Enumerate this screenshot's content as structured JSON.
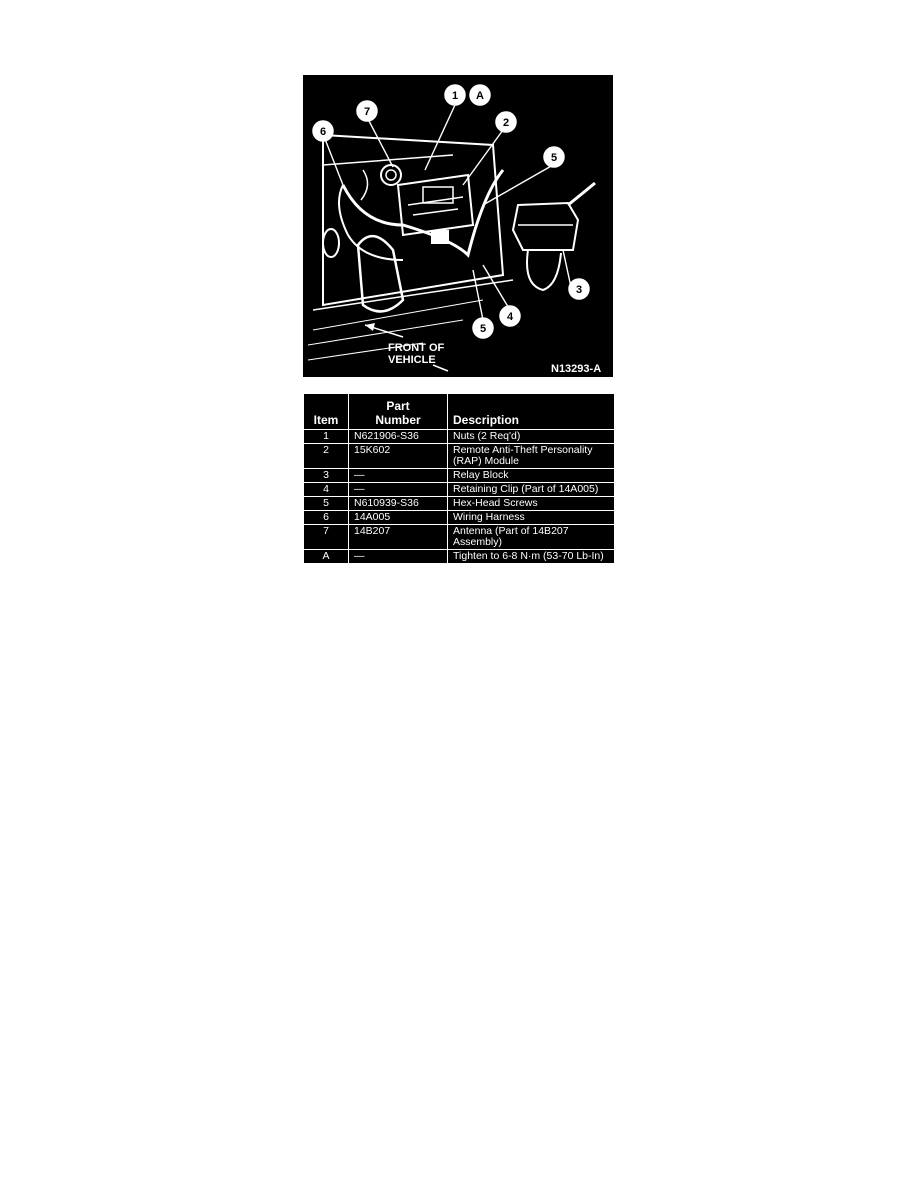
{
  "figure": {
    "figure_id": "N13293-A",
    "orientation_label_line1": "FRONT OF",
    "orientation_label_line2": "VEHICLE",
    "callouts": [
      "1",
      "A",
      "2",
      "5",
      "7",
      "6",
      "3",
      "4",
      "5"
    ]
  },
  "table": {
    "headers": {
      "item": "Item",
      "part_line1": "Part",
      "part_line2": "Number",
      "description": "Description"
    },
    "rows": [
      {
        "item": "1",
        "part": "N621906-S36",
        "desc": "Nuts (2 Req'd)"
      },
      {
        "item": "2",
        "part": "15K602",
        "desc": "Remote Anti-Theft Personality (RAP) Module"
      },
      {
        "item": "3",
        "part": "—",
        "desc": "Relay Block"
      },
      {
        "item": "4",
        "part": "—",
        "desc": "Retaining Clip (Part of 14A005)"
      },
      {
        "item": "5",
        "part": "N610939-S36",
        "desc": "Hex-Head Screws"
      },
      {
        "item": "6",
        "part": "14A005",
        "desc": "Wiring Harness"
      },
      {
        "item": "7",
        "part": "14B207",
        "desc": "Antenna (Part of 14B207 Assembly)"
      },
      {
        "item": "A",
        "part": "—",
        "desc": "Tighten to 6-8 N·m (53-70 Lb-In)"
      }
    ]
  }
}
